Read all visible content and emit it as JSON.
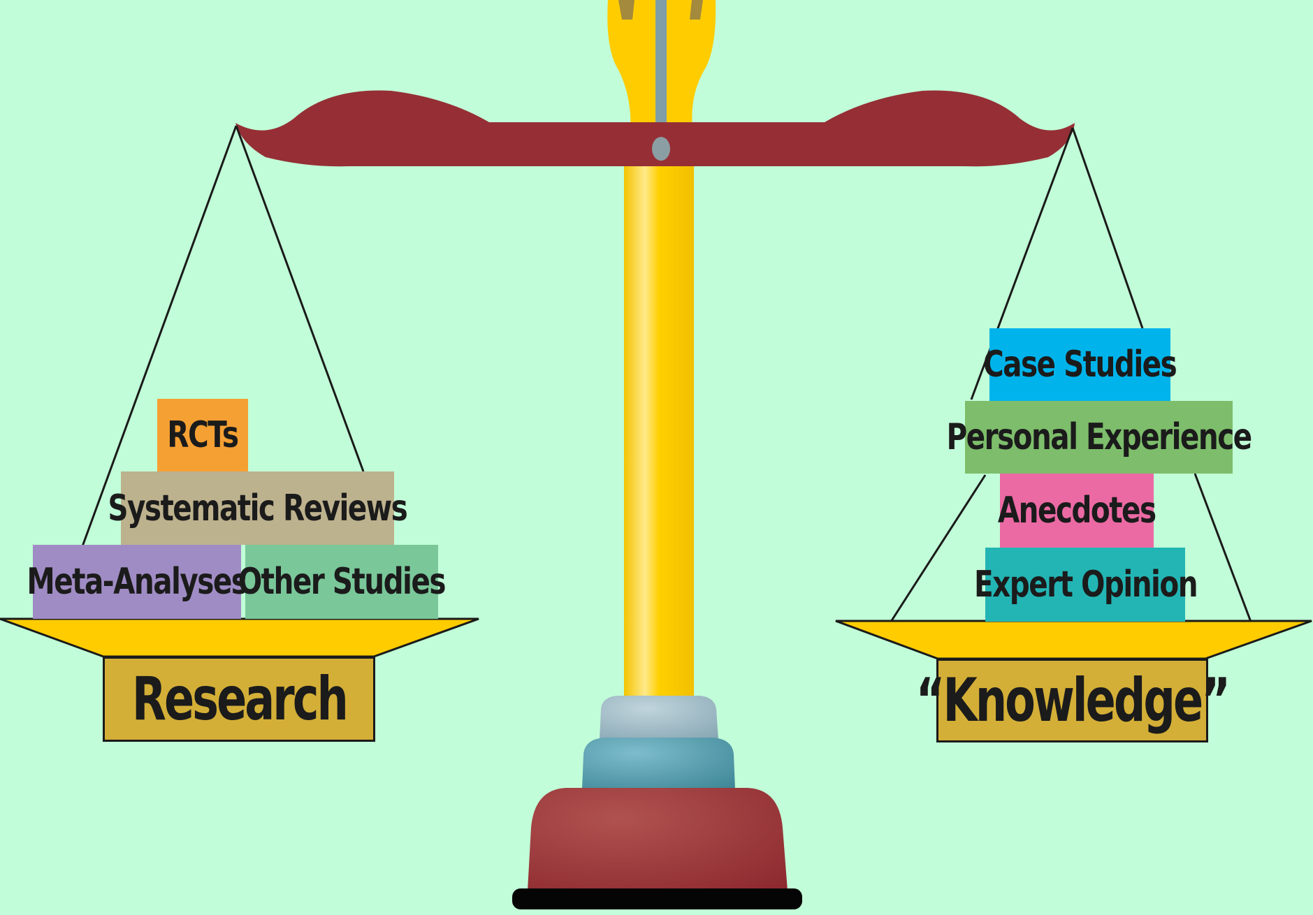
{
  "colors": {
    "background": "#c1fdd8",
    "beam": "#952f35",
    "pillar": "#ffcc00",
    "pan": "#ffcc00",
    "base_label": "#d4af37",
    "base_red": "#9b3a3d",
    "base_teal": "#5aa1b0",
    "base_grey": "#9cb7c2"
  },
  "left_pan": {
    "label": "Research",
    "blocks": [
      {
        "text": "RCTs",
        "color": "#f5a033"
      },
      {
        "text": "Systematic Reviews",
        "color": "#bdb28e"
      },
      {
        "text": "Meta-Analyses",
        "color": "#a08cc4"
      },
      {
        "text": "Other Studies",
        "color": "#7ac79a"
      }
    ]
  },
  "right_pan": {
    "label": "“Knowledge”",
    "blocks": [
      {
        "text": "Case Studies",
        "color": "#00b4eb"
      },
      {
        "text": "Personal Experience",
        "color": "#7dbd6b"
      },
      {
        "text": "Anecdotes",
        "color": "#eb6aa4"
      },
      {
        "text": "Expert Opinion",
        "color": "#23b5b4"
      }
    ]
  }
}
